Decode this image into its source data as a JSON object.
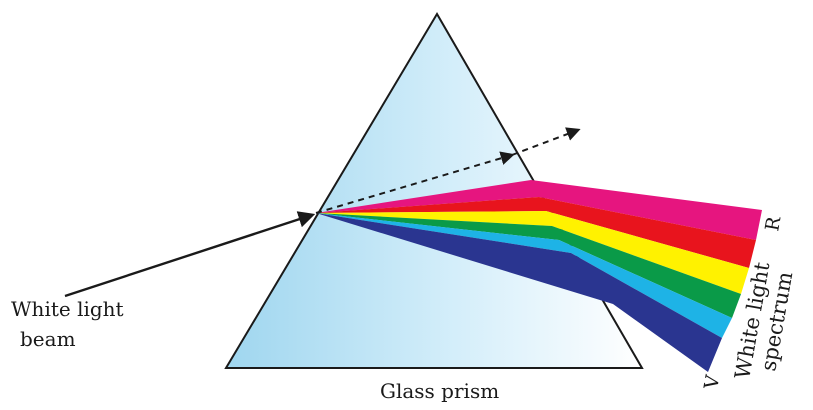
{
  "labels": {
    "incident_line1": "White light",
    "incident_line2": "beam",
    "prism": "Glass prism",
    "spectrum_line1": "White light",
    "spectrum_line2": "spectrum",
    "red_marker": "R",
    "violet_marker": "V"
  },
  "colors": {
    "prism_light": "#ffffff",
    "prism_dark": "#9fd6ef",
    "outline": "#1a1a1a",
    "red": "#e8141d",
    "magenta": "#e6157f",
    "yellow": "#fff200",
    "green": "#0a9a48",
    "cyan": "#1eb3e6",
    "blue": "#2a3590"
  },
  "spectrum_bands": [
    "magenta",
    "red",
    "yellow",
    "green",
    "cyan",
    "blue"
  ]
}
